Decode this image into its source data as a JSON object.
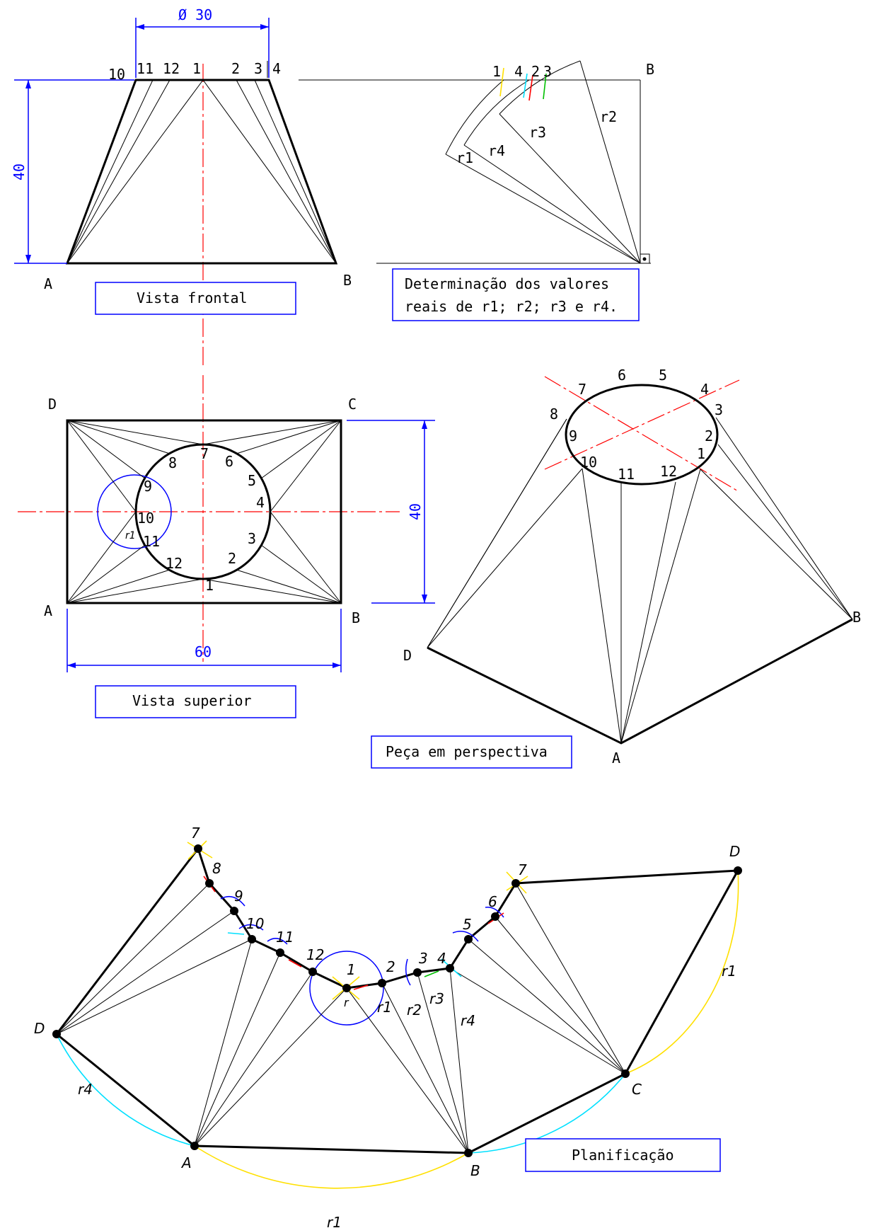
{
  "front_view": {
    "title": "Vista frontal",
    "diameter_label": "Ø 30",
    "height_label": "40",
    "top_labels": [
      "10",
      "11",
      "12",
      "1",
      "2",
      "3",
      "4"
    ],
    "corner_a": "A",
    "corner_b": "B"
  },
  "true_lengths": {
    "title_line1": "Determinação dos valores",
    "title_line2": "reais de r1; r2; r3 e r4.",
    "point_labels": [
      "1",
      "4",
      "2",
      "3"
    ],
    "corner_b": "B",
    "r1": "r1",
    "r2": "r2",
    "r3": "r3",
    "r4": "r4"
  },
  "top_view": {
    "title": "Vista superior",
    "width_label": "60",
    "depth_label": "40",
    "corners": {
      "a": "A",
      "b": "B",
      "c": "C",
      "d": "D"
    },
    "circle_labels": [
      "1",
      "2",
      "3",
      "4",
      "5",
      "6",
      "7",
      "8",
      "9",
      "10",
      "11",
      "12"
    ],
    "small_r": "r1"
  },
  "perspective": {
    "title": "Peça em perspectiva",
    "corners": {
      "a": "A",
      "b": "B",
      "d": "D"
    },
    "ellipse_labels": [
      "1",
      "2",
      "3",
      "4",
      "5",
      "6",
      "7",
      "8",
      "9",
      "10",
      "11",
      "12"
    ]
  },
  "development": {
    "title": "Planificação",
    "corners": {
      "a": "A",
      "b": "B",
      "c": "C",
      "d_left": "D",
      "d_right": "D"
    },
    "curve_labels": [
      "7",
      "8",
      "9",
      "10",
      "11",
      "12",
      "1",
      "2",
      "3",
      "4",
      "5",
      "6",
      "7"
    ],
    "radius_labels": {
      "r": "r",
      "r1": "r1",
      "r2": "r2",
      "r3": "r3",
      "r4": "r4",
      "r1_arc_right": "r1",
      "r1_arc_bottom": "r1",
      "r4_arc_left": "r4"
    }
  },
  "colors": {
    "dimension": "#0000ff",
    "center_line": "#ff0000",
    "arc_yellow": "#ffe000",
    "arc_cyan": "#00e0ff",
    "arc_green": "#00c000"
  }
}
